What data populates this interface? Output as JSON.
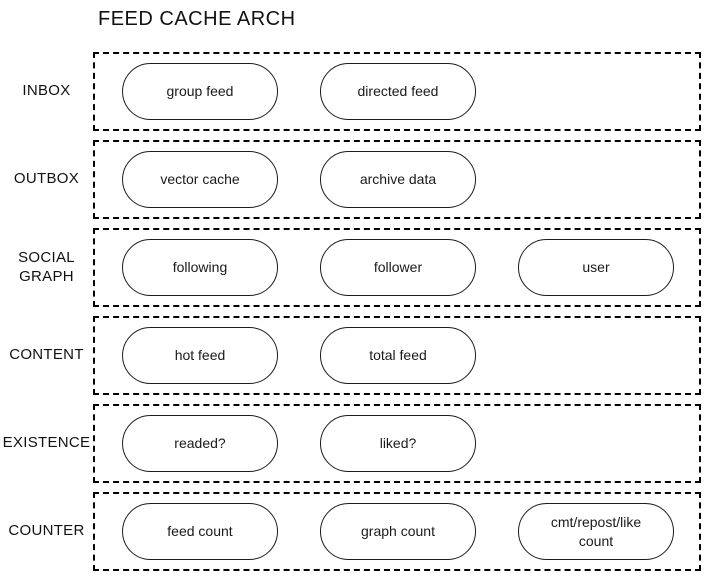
{
  "title": "FEED CACHE ARCH",
  "colors": {
    "background": "#ffffff",
    "line": "#000000",
    "text": "#1a1a1a"
  },
  "rows": [
    {
      "label": "INBOX",
      "pills": [
        "group feed",
        "directed feed"
      ]
    },
    {
      "label": "OUTBOX",
      "pills": [
        "vector cache",
        "archive data"
      ]
    },
    {
      "label": "SOCIAL GRAPH",
      "pills": [
        "following",
        "follower",
        "user"
      ]
    },
    {
      "label": "CONTENT",
      "pills": [
        "hot feed",
        "total feed"
      ]
    },
    {
      "label": "EXISTENCE",
      "pills": [
        "readed?",
        "liked?"
      ]
    },
    {
      "label": "COUNTER",
      "pills": [
        "feed count",
        "graph count",
        "cmt/repost/like count"
      ]
    }
  ]
}
